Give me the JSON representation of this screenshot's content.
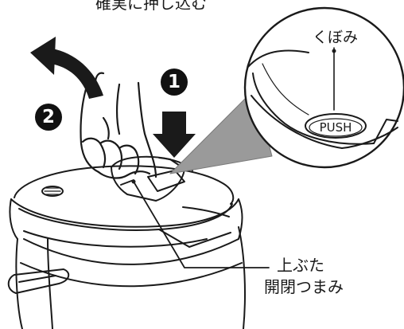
{
  "caption_top": "確実に押し込む",
  "callout": {
    "label": "くぼみ",
    "button_text": "PUSH"
  },
  "steps": [
    {
      "number": "1"
    },
    {
      "number": "2"
    }
  ],
  "part_label": {
    "line1": "上ぶた",
    "line2": "開閉つまみ"
  },
  "colors": {
    "ink": "#1a1a1a",
    "shading": "#9a9a9a",
    "background": "#ffffff"
  }
}
